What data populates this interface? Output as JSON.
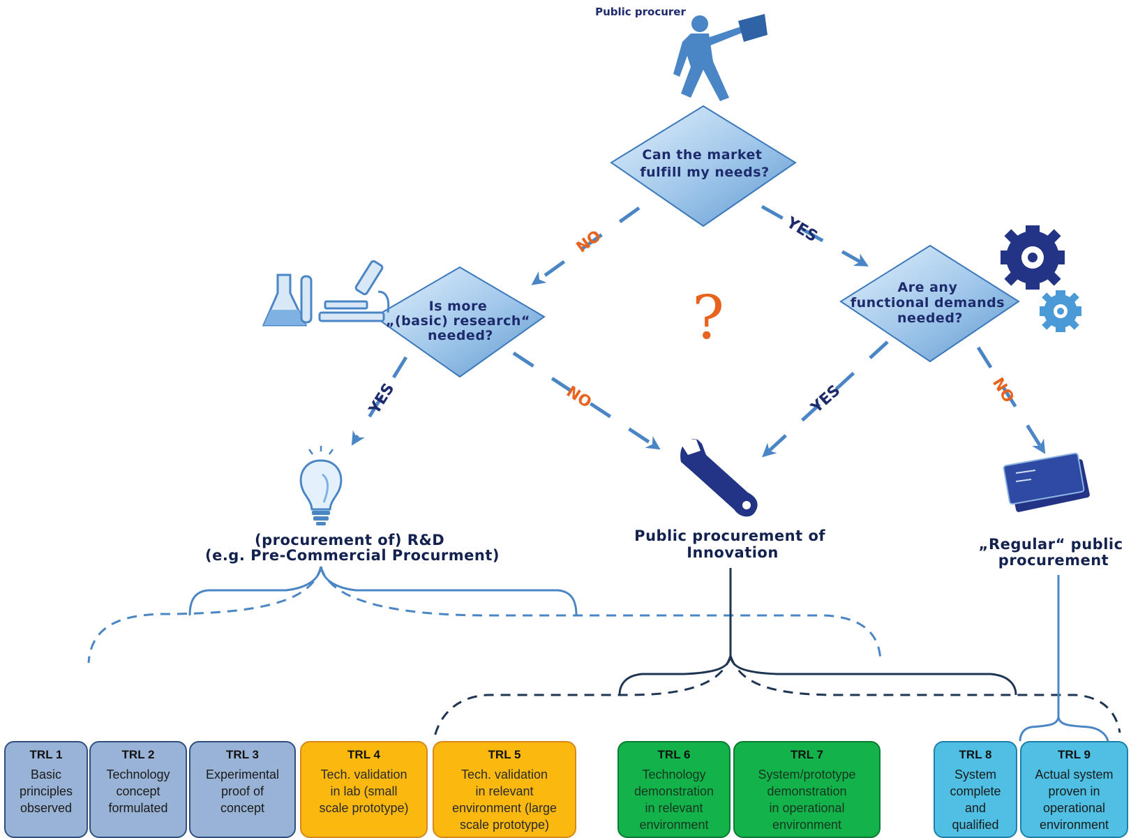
{
  "actor_label": "Public procurer",
  "decisions": {
    "market": [
      "Can the market",
      "fulfill my needs?"
    ],
    "research": [
      "Is more",
      "„(basic) research“",
      "needed?"
    ],
    "functional": [
      "Are any",
      "functional demands",
      "needed?"
    ]
  },
  "branches": {
    "market_no": "NO",
    "market_yes": "YES",
    "research_yes": "YES",
    "research_no": "NO",
    "functional_yes": "YES",
    "functional_no": "NO"
  },
  "uncertainty_mark": "?",
  "outcomes": {
    "rnd": [
      "(procurement of) R&D",
      "(e.g. Pre-Commercial Procurment)"
    ],
    "innovation": [
      "Public procurement of",
      "Innovation"
    ],
    "regular": [
      "„Regular“ public",
      "procurement"
    ]
  },
  "trl_levels": [
    {
      "id": "TRL 1",
      "desc": [
        "Basic",
        "principles",
        "observed"
      ]
    },
    {
      "id": "TRL 2",
      "desc": [
        "Technology",
        "concept",
        "formulated"
      ]
    },
    {
      "id": "TRL 3",
      "desc": [
        "Experimental",
        "proof of",
        "concept"
      ]
    },
    {
      "id": "TRL 4",
      "desc": [
        "Tech. validation",
        "in lab (small",
        "scale prototype)"
      ]
    },
    {
      "id": "TRL 5",
      "desc": [
        "Tech. validation",
        "in relevant",
        "environment (large",
        "scale prototype)"
      ]
    },
    {
      "id": "TRL 6",
      "desc": [
        "Technology",
        "demonstration",
        "in relevant",
        "environment"
      ]
    },
    {
      "id": "TRL 7",
      "desc": [
        "System/prototype",
        "demonstration",
        "in operational",
        "environment"
      ]
    },
    {
      "id": "TRL 8",
      "desc": [
        "System",
        "complete",
        "and",
        "qualified"
      ]
    },
    {
      "id": "TRL 9",
      "desc": [
        "Actual system",
        "proven in",
        "operational",
        "environment"
      ]
    }
  ],
  "colors": {
    "arrow": "#4a86c5",
    "diamond_fill": "#a9cdee",
    "trl_blue": "#99b3d6",
    "trl_orange": "#fbb90f",
    "trl_green": "#14b24a",
    "trl_cyan": "#4fc0e4",
    "brace_innovation": "#1e3553"
  }
}
